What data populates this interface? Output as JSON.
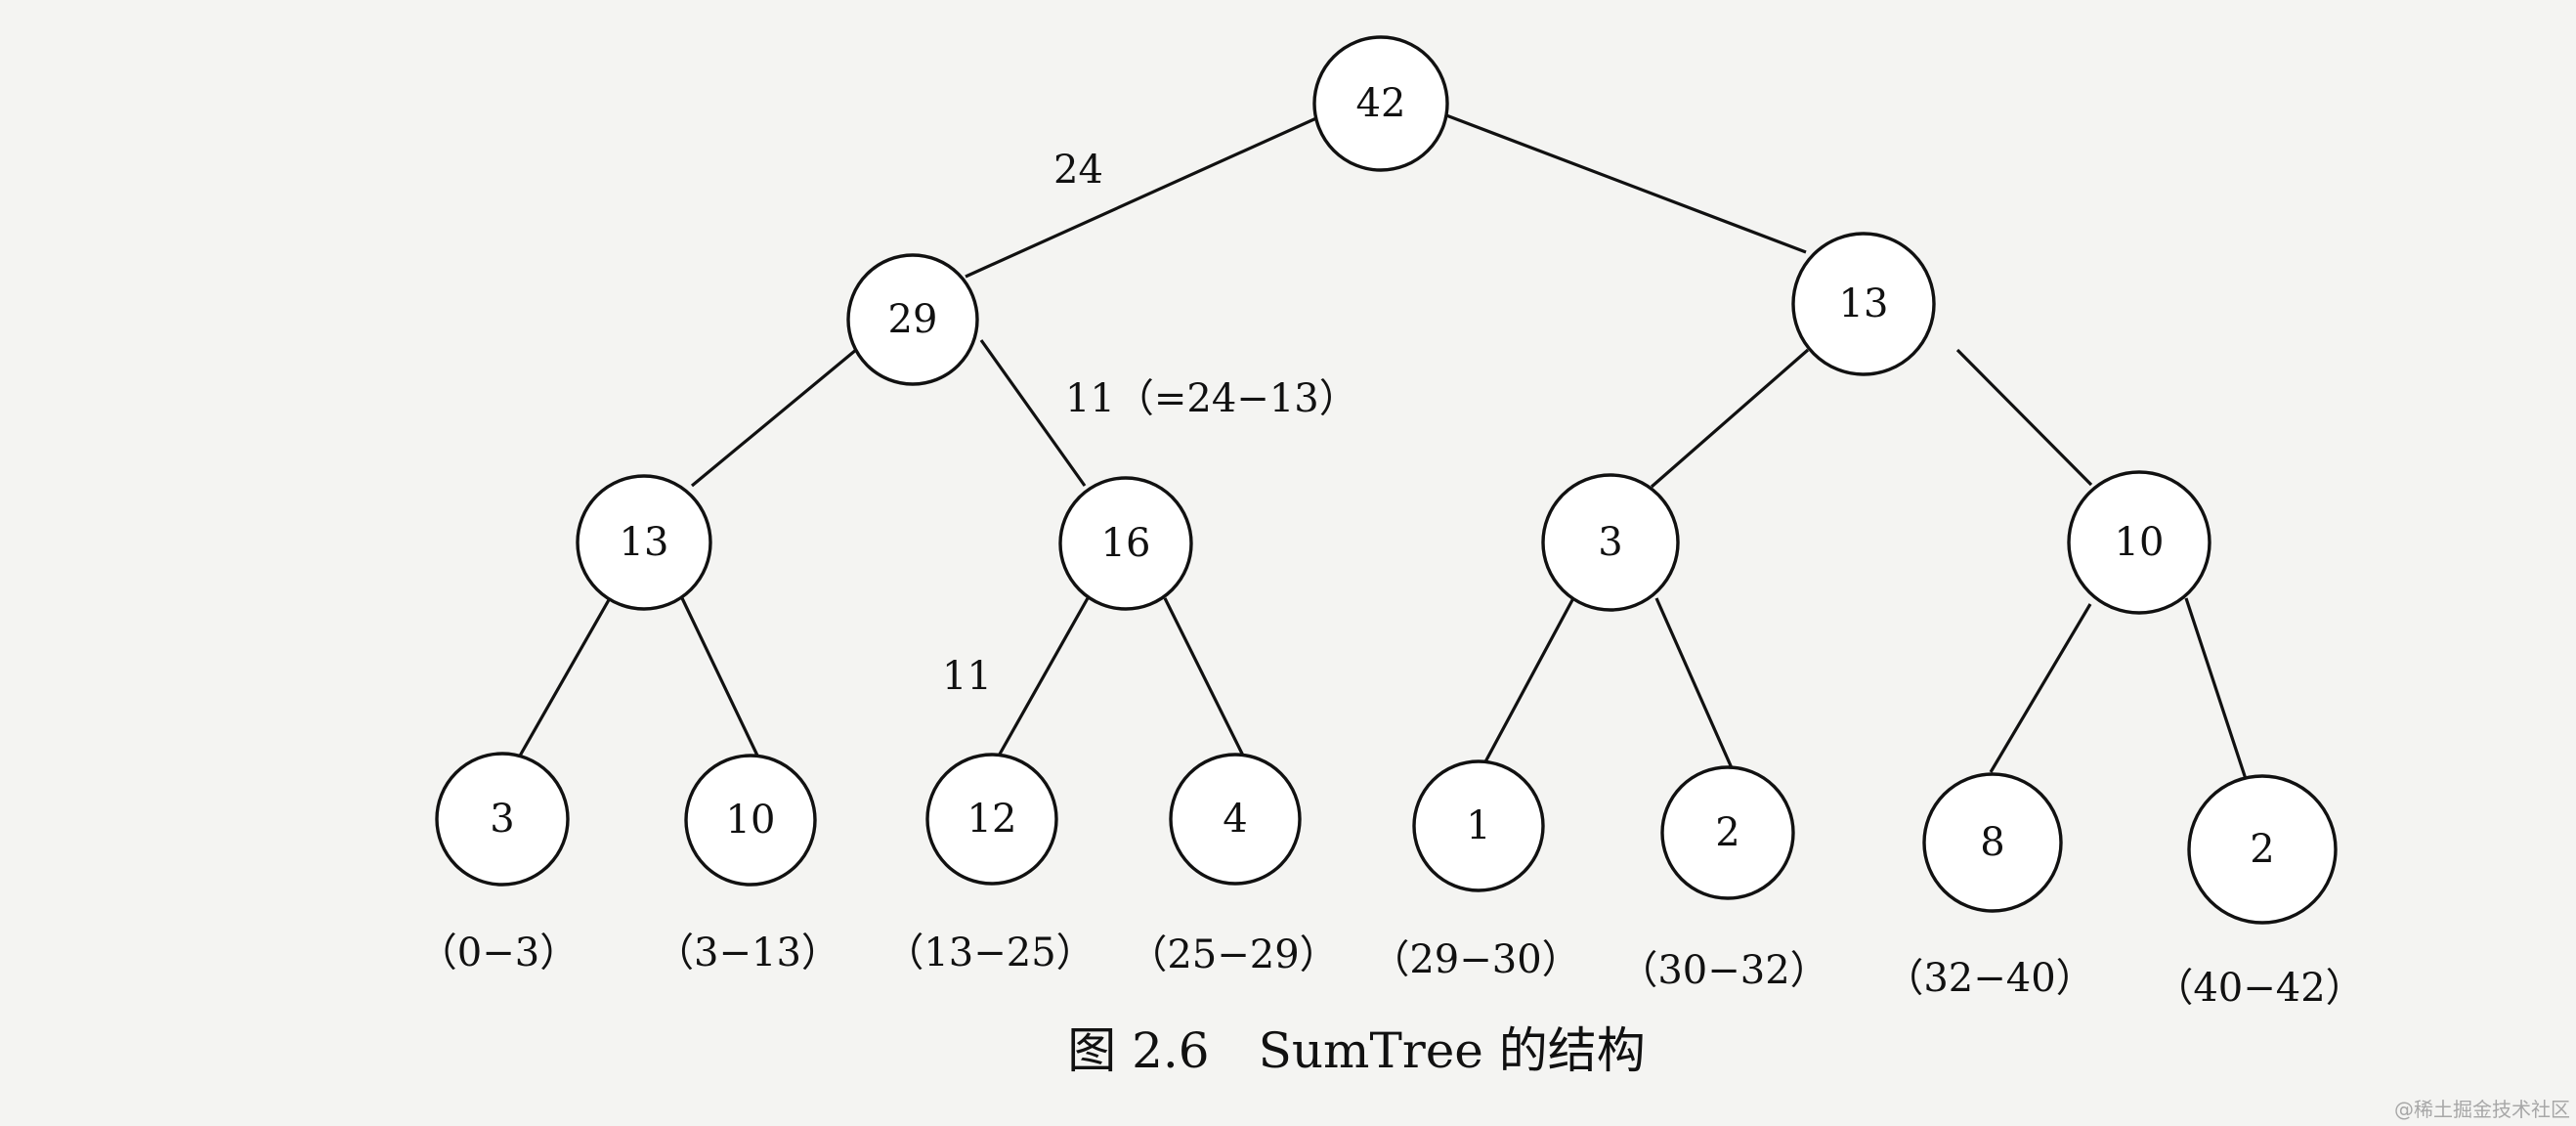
{
  "nodes": {
    "root": "42",
    "l1_left": "29",
    "l1_right": "13",
    "l2_a": "13",
    "l2_b": "16",
    "l2_c": "3",
    "l2_d": "10",
    "leaf_1": "3",
    "leaf_2": "10",
    "leaf_3": "12",
    "leaf_4": "4",
    "leaf_5": "1",
    "leaf_6": "2",
    "leaf_7": "8",
    "leaf_8": "2"
  },
  "annotations": {
    "root_to_left": "24",
    "left_to_right_child": "11（=24−13）",
    "l2b_to_leaf3": "11"
  },
  "ranges": [
    "（0−3）",
    "（3−13）",
    "（13−25）",
    "（25−29）",
    "（29−30）",
    "（30−32）",
    "（32−40）",
    "（40−42）"
  ],
  "caption": "图 2.6　SumTree 的结构",
  "watermark": "@稀土掘金技术社区"
}
